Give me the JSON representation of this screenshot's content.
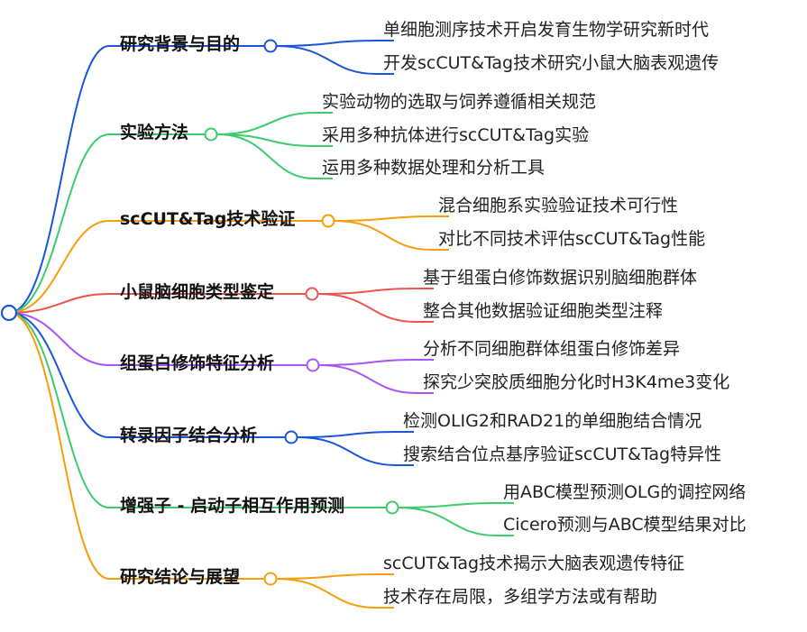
{
  "root": {
    "color": "#1a56db"
  },
  "branches": [
    {
      "label": "研究背景与目的",
      "color": "#1a56db",
      "children": [
        "单细胞测序技术开启发育生物学研究新时代",
        "开发scCUT&Tag技术研究小鼠大脑表观遗传"
      ]
    },
    {
      "label": "实验方法",
      "color": "#3ccb6e",
      "children": [
        "实验动物的选取与饲养遵循相关规范",
        "采用多种抗体进行scCUT&Tag实验",
        "运用多种数据处理和分析工具"
      ]
    },
    {
      "label": "scCUT&Tag技术验证",
      "color": "#f59e0b",
      "children": [
        "混合细胞系实验验证技术可行性",
        "对比不同技术评估scCUT&Tag性能"
      ]
    },
    {
      "label": "小鼠脑细胞类型鉴定",
      "color": "#ef5350",
      "children": [
        "基于组蛋白修饰数据识别脑细胞群体",
        "整合其他数据验证细胞类型注释"
      ]
    },
    {
      "label": "组蛋白修饰特征分析",
      "color": "#a855f7",
      "children": [
        "分析不同细胞群体组蛋白修饰差异",
        "探究少突胶质细胞分化时H3K4me3变化"
      ]
    },
    {
      "label": "转录因子结合分析",
      "color": "#1a56db",
      "children": [
        "检测OLIG2和RAD21的单细胞结合情况",
        "搜索结合位点基序验证scCUT&Tag特异性"
      ]
    },
    {
      "label": "增强子 - 启动子相互作用预测",
      "color": "#3ccb6e",
      "children": [
        "用ABC模型预测OLG的调控网络",
        "Cicero预测与ABC模型结果对比"
      ]
    },
    {
      "label": "研究结论与展望",
      "color": "#f59e0b",
      "children": [
        "scCUT&Tag技术揭示大脑表观遗传特征",
        "技术存在局限，多组学方法或有帮助"
      ]
    }
  ]
}
